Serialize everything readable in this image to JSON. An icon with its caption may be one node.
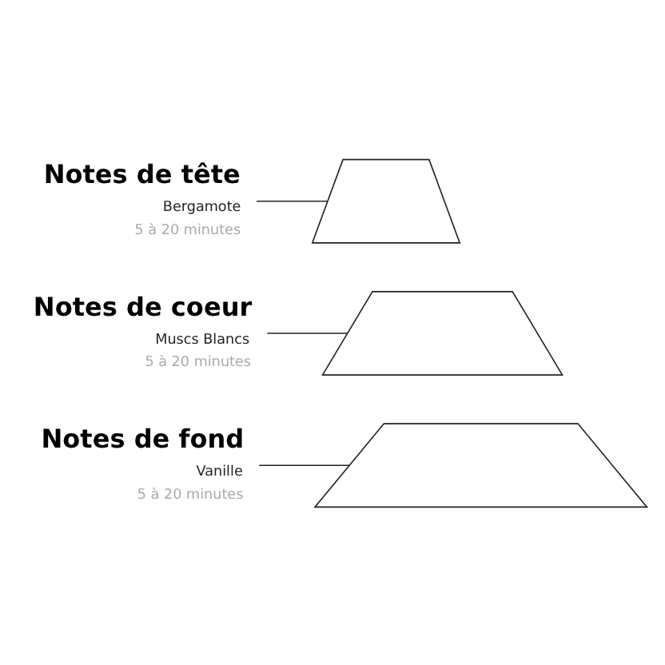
{
  "diagram": {
    "nodes": [
      {
        "text": [
          "Notes de tête",
          "Bergamote",
          "5 à 20 minutes"
        ]
      },
      {
        "text": [],
        "shape": "trapezoid"
      },
      {
        "text": [
          "Notes de coeur",
          "Muscs Blancs",
          "5 à 20 minutes"
        ]
      },
      {
        "text": [],
        "shape": "trapezoid"
      },
      {
        "text": [
          "Notes de fond",
          "Vanille",
          "5 à 20 minutes"
        ]
      },
      {
        "text": [],
        "shape": "trapezoid"
      }
    ],
    "edges": [
      {
        "from": 0,
        "to": 1,
        "arrow": "none"
      },
      {
        "from": 2,
        "to": 3,
        "arrow": "none"
      },
      {
        "from": 4,
        "to": 5,
        "arrow": "none"
      }
    ]
  }
}
